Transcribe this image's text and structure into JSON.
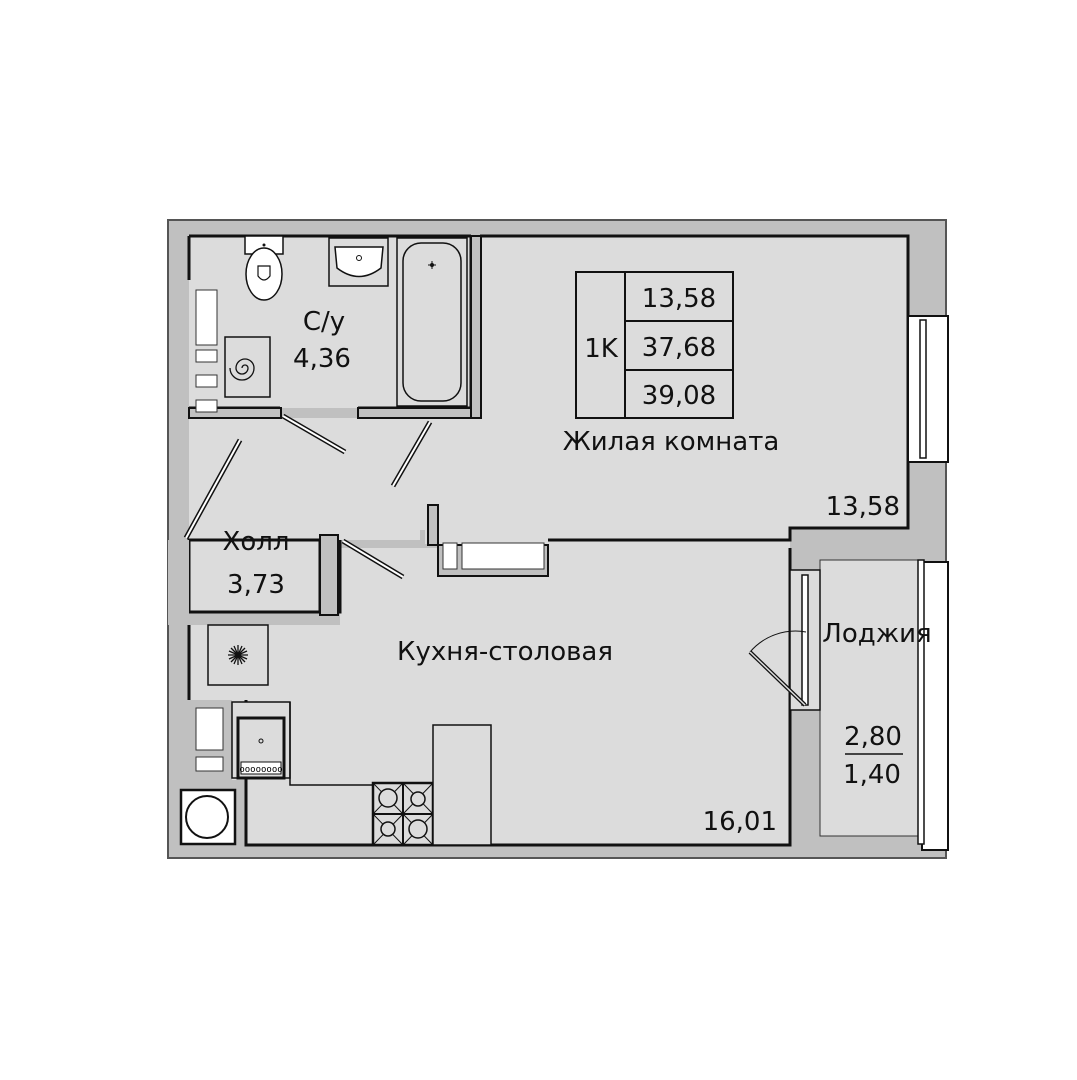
{
  "plan": {
    "type_label": "1K",
    "summary": {
      "living_area": "13,58",
      "total_area": "37,68",
      "total_with_loggia": "39,08"
    },
    "colors": {
      "wall": "#c0c0c0",
      "floor": "#dcdcdc",
      "line": "#111111",
      "background": "#ffffff",
      "fixture": "#ffffff"
    },
    "rooms": {
      "bathroom": {
        "name": "С/у",
        "area": "4,36"
      },
      "living_room": {
        "name": "Жилая комната",
        "area": "13,58"
      },
      "hall": {
        "name": "Холл",
        "area": "3,73"
      },
      "kitchen": {
        "name": "Кухня-столовая",
        "area": "16,01"
      },
      "loggia": {
        "name": "Лоджия",
        "area_full": "2,80",
        "area_reduced": "1,40"
      }
    },
    "fixtures": [
      "toilet",
      "sink",
      "bathtub",
      "boiler",
      "ventilation-shaft",
      "kitchen-sink",
      "stove",
      "refrigerator",
      "washing-machine",
      "radiators"
    ]
  }
}
